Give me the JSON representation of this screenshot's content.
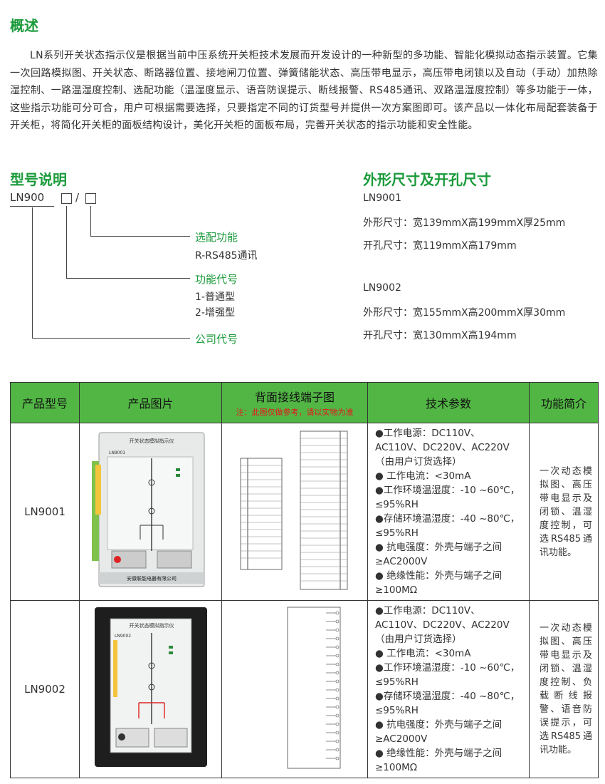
{
  "overview": {
    "title": "概述",
    "body": "LN系列开关状态指示仪是根据当前中压系统开关柜技术发展而开发设计的一种新型的多功能、智能化模拟动态指示装置。它集一次回路模拟图、开关状态、断路器位置、接地闸刀位置、弹簧储能状态、高压带电显示，高压带电闭锁以及自动（手动）加热除湿控制、一路温湿度控制、选配功能（温湿度显示、语音防误提示、断线报警、RS485通讯、双路温湿度控制）等多功能于一体，这些指示功能可分可合，用户可根据需要选择，只要指定不同的订货型号并提供一次方案图即可。该产品以一体化布局配套装备于开关柜，将简化开关柜的面板结构设计，美化开关柜的面板布局，完善开关状态的指示功能和安全性能。"
  },
  "model_code": {
    "title": "型号说明",
    "prefix": "LN900",
    "slash": "/",
    "option_label": "选配功能",
    "option_value": "R-RS485通讯",
    "function_label": "功能代号",
    "function_values": [
      "1-普通型",
      "2-增强型"
    ],
    "company_label": "公司代号"
  },
  "dimensions": {
    "title": "外形尺寸及开孔尺寸",
    "items": [
      {
        "model": "LN9001",
        "outer": "外形尺寸：宽139mmX高199mmX厚25mm",
        "cutout": "开孔尺寸：宽119mmX高179mm"
      },
      {
        "model": "LN9002",
        "outer": "外形尺寸：宽155mmX高200mmX厚30mm",
        "cutout": "开孔尺寸：宽130mmX高194mm"
      }
    ]
  },
  "table": {
    "headers": [
      "产品型号",
      "产品图片",
      "背面接线端子图",
      "技术参数",
      "功能简介"
    ],
    "wiring_note": "注：此图仅做参考，请以实物为准",
    "rows": [
      {
        "model": "LN9001",
        "device_title": "开关状态模拟指示仪",
        "device_model": "LN9001",
        "device_company": "安徽联能电器有限公司",
        "params": [
          "●工作电源：DC110V、AC110V、DC220V、AC220V（由用户订货选择）",
          "● 工作电流：<30mA",
          "●工作环境温湿度：-10 ~60℃，≤95%RH",
          "●存储环境温湿度：-40 ~80℃，≤95%RH",
          "● 抗电强度：外壳与端子之间≥AC2000V",
          "● 绝缘性能：外壳与端子之间≥100MΩ"
        ],
        "function": "一次动态模拟图、高压带电显示及闭锁、温湿度控制，可选RS485通讯功能。"
      },
      {
        "model": "LN9002",
        "device_title": "开关状态模拟指示仪",
        "device_model": "LN9002",
        "device_company": "",
        "params": [
          "●工作电源：DC110V、AC110V、DC220V、AC220V（由用户订货选择）",
          "● 工作电流：<30mA",
          "●工作环境温湿度：-10 ~60℃，≤95%RH",
          "●存储环境温湿度：-40 ~80℃，≤95%RH",
          "● 抗电强度：外壳与端子之间≥AC2000V",
          "● 绝缘性能：外壳与端子之间≥100MΩ"
        ],
        "function": "一次动态模拟图、高压带电显示及闭锁、温湿度控制、负载断线报警、语音防误提示，可选RS485通讯功能。"
      }
    ]
  },
  "colors": {
    "accent": "#1a9a3a",
    "header_bg": "#52b645",
    "note": "#e8141b"
  }
}
